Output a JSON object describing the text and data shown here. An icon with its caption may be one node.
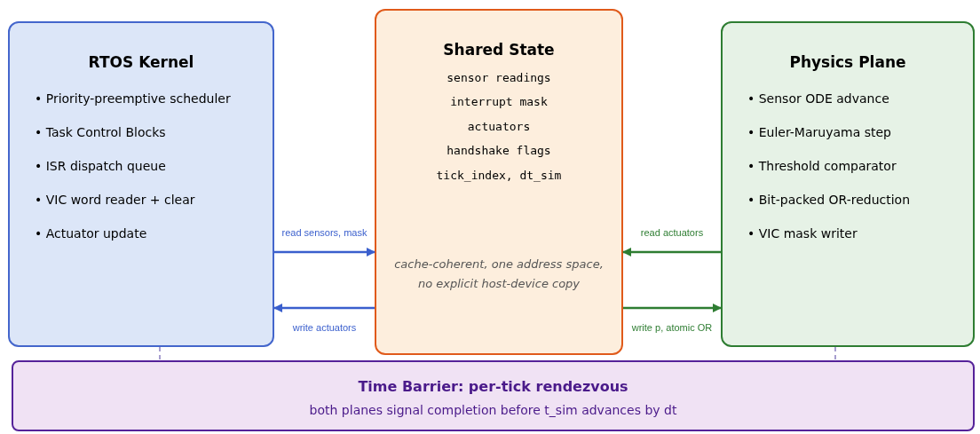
{
  "diagram": {
    "nodes": [
      {
        "text": [
          "RTOS Kernel",
          "• Priority-preemptive scheduler",
          "• Task Control Blocks",
          "• ISR dispatch queue",
          "• VIC word reader + clear",
          "• Actuator update"
        ]
      },
      {
        "text": [
          "Shared State",
          "sensor readings",
          "interrupt mask",
          "actuators",
          "handshake flags",
          "tick_index, dt_sim",
          "cache-coherent, one address space, no explicit host-device copy"
        ]
      },
      {
        "text": [
          "Physics Plane",
          "• Sensor ODE advance",
          "• Euler-Maruyama step",
          "• Threshold comparator",
          "• Bit-packed OR-reduction",
          "• VIC mask writer"
        ]
      },
      {
        "text": [
          "Time Barrier: per-tick rendezvous",
          "both planes signal completion before t_sim advances by dt"
        ]
      }
    ],
    "edges": [
      {
        "from": 0,
        "to": 1,
        "arrow": "to",
        "label": "read sensors, mask",
        "color": "#3a5fcd"
      },
      {
        "from": 1,
        "to": 0,
        "arrow": "to",
        "label": "write actuators",
        "color": "#3a5fcd"
      },
      {
        "from": 2,
        "to": 1,
        "arrow": "to",
        "label": "read actuators",
        "color": "#2e7d32"
      },
      {
        "from": 1,
        "to": 2,
        "arrow": "to",
        "label": "write p, atomic OR",
        "color": "#2e7d32"
      },
      {
        "from": 0,
        "to": 3,
        "arrow": "none",
        "style": "dashed",
        "color": "#8a7fc0"
      },
      {
        "from": 2,
        "to": 3,
        "arrow": "none",
        "style": "dashed",
        "color": "#8a7fc0"
      }
    ]
  }
}
